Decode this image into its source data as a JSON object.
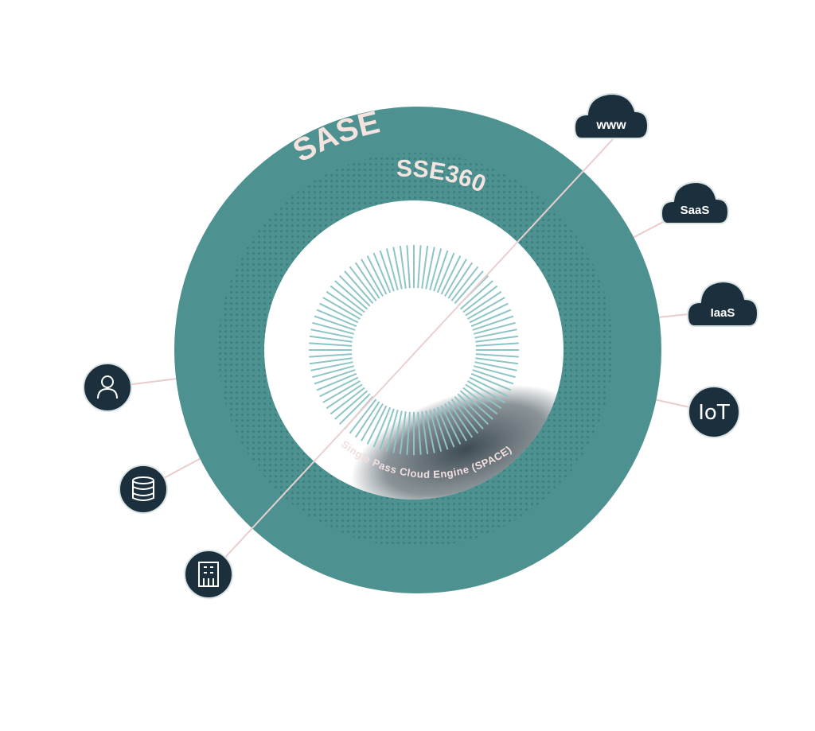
{
  "rings": {
    "outer_label": "SASE",
    "middle_label": "SSE360",
    "engine_label": "Single Pass Cloud Engine (SPACE)"
  },
  "clouds": [
    {
      "label": "www",
      "icon": "cloud-icon"
    },
    {
      "label": "SaaS",
      "icon": "cloud-icon"
    },
    {
      "label": "IaaS",
      "icon": "cloud-icon"
    }
  ],
  "right_nodes": [
    {
      "label": "IoT",
      "icon": "iot-icon"
    }
  ],
  "left_nodes": [
    {
      "icon": "user-icon"
    },
    {
      "icon": "database-icon"
    },
    {
      "icon": "building-icon"
    }
  ],
  "colors": {
    "ring_outer": "#4d9190",
    "ring_dots": "#3f8483",
    "node_fill": "#1b2f3d",
    "connector": "#e7c8c8",
    "ray": "#8ec4c6",
    "label": "#f5e3df"
  }
}
